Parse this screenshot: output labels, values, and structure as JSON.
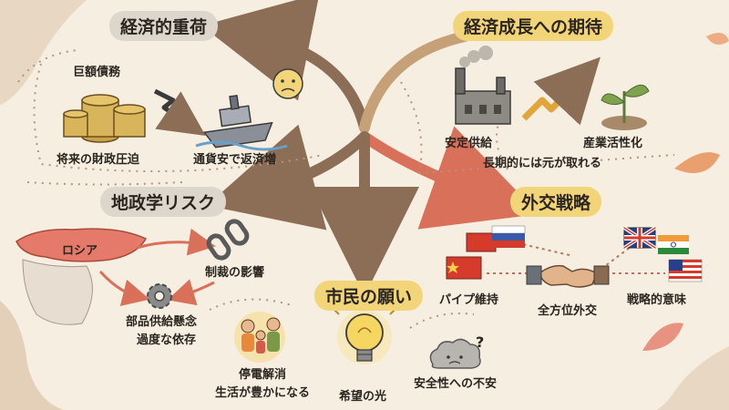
{
  "sections": {
    "economic_burden": {
      "title": "経済的重荷",
      "items": [
        "巨額債務",
        "将来の財政圧迫",
        "通貨安で返済増"
      ]
    },
    "growth_expectation": {
      "title": "経済成長への期待",
      "items": [
        "安定供給",
        "産業活性化",
        "長期的には元が取れる"
      ]
    },
    "geopolitical_risk": {
      "title": "地政学リスク",
      "items": [
        "ロシア",
        "制裁の影響",
        "部品供給懸念",
        "過度な依存"
      ]
    },
    "diplomatic_strategy": {
      "title": "外交戦略",
      "items": [
        "パイプ維持",
        "全方位外交",
        "戦略的意味"
      ]
    },
    "citizens_wish": {
      "title": "市民の願い",
      "items": [
        "停電解消",
        "生活が豊かになる",
        "希望の光",
        "安全性への不安"
      ]
    }
  },
  "colors": {
    "arrow_brown": "#8b6e55",
    "arrow_red": "#d9705a",
    "title_gray": "#ddd6cc",
    "title_yellow": "#f3d579"
  },
  "icons": [
    "coins-icon",
    "zigzag-arrow-icon",
    "sinking-ship-icon",
    "worried-face-icon",
    "factory-icon",
    "growth-arrow-icon",
    "sprout-icon",
    "russia-map-icon",
    "broken-chain-icon",
    "gear-icon",
    "flag-china-icon",
    "flag-russia-icon",
    "handshake-icon",
    "flag-uk-icon",
    "flag-india-icon",
    "flag-usa-icon",
    "family-icon",
    "lightbulb-icon",
    "worried-cloud-icon"
  ]
}
